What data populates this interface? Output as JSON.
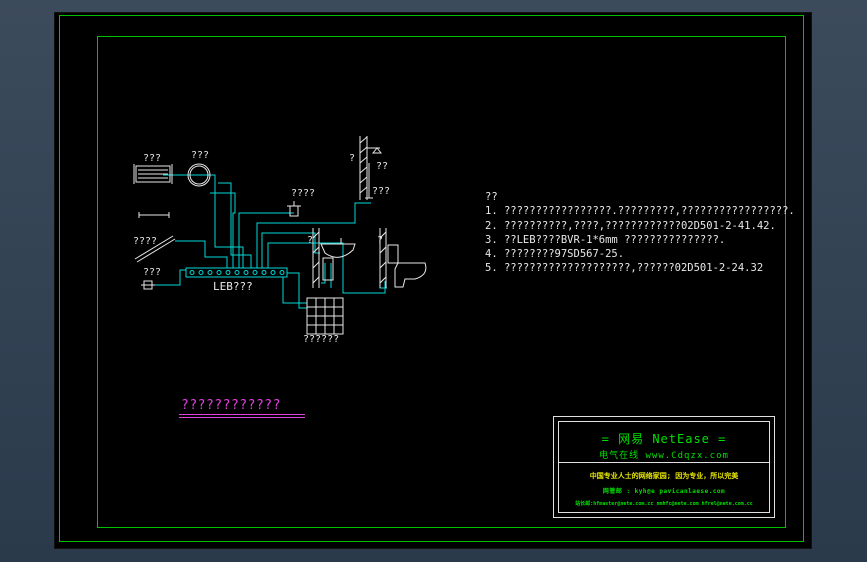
{
  "labels": {
    "towel_rack": "???",
    "mirror": "???",
    "shower_head": "?",
    "shower_valve": "??",
    "shower_pipe": "???",
    "faucet": "????",
    "grab_bar": "????",
    "socket": "???",
    "basin": "?",
    "toilet": "?",
    "leb_box": "LEB???",
    "floor_grid": "??????"
  },
  "notes": {
    "heading": "??",
    "items": [
      "1. ?????????????????.?????????,?????????????????.",
      "2. ??????????,????,????????????02D501-2-41.42.",
      "3. ??LEB????BVR-1*6mm  ???????????????.",
      "4. ????????97SD567-25.",
      "5. ????????????????????,??????02D501-2-24.32"
    ]
  },
  "drawing_title": "????????????",
  "title_block": {
    "line1": "= 网易 NetEase =",
    "line2": "电气在线   www.Cdqzx.com",
    "line3": "中国专业人士的网络家园; 因为专业，所以完美",
    "line4": "网管邮 : kyh@e pavicanlaese.com",
    "line5": "站长邮:hfmaster@nete.com.cc  nmhfc@nete.com  hfrel@nete.com.cc"
  },
  "colors": {
    "background": "#000000",
    "border": "#00c000",
    "pipes": "#00d8d8",
    "fixtures": "#e8e8e8",
    "title": "#e040e0",
    "title_block_text": "#00e000"
  }
}
